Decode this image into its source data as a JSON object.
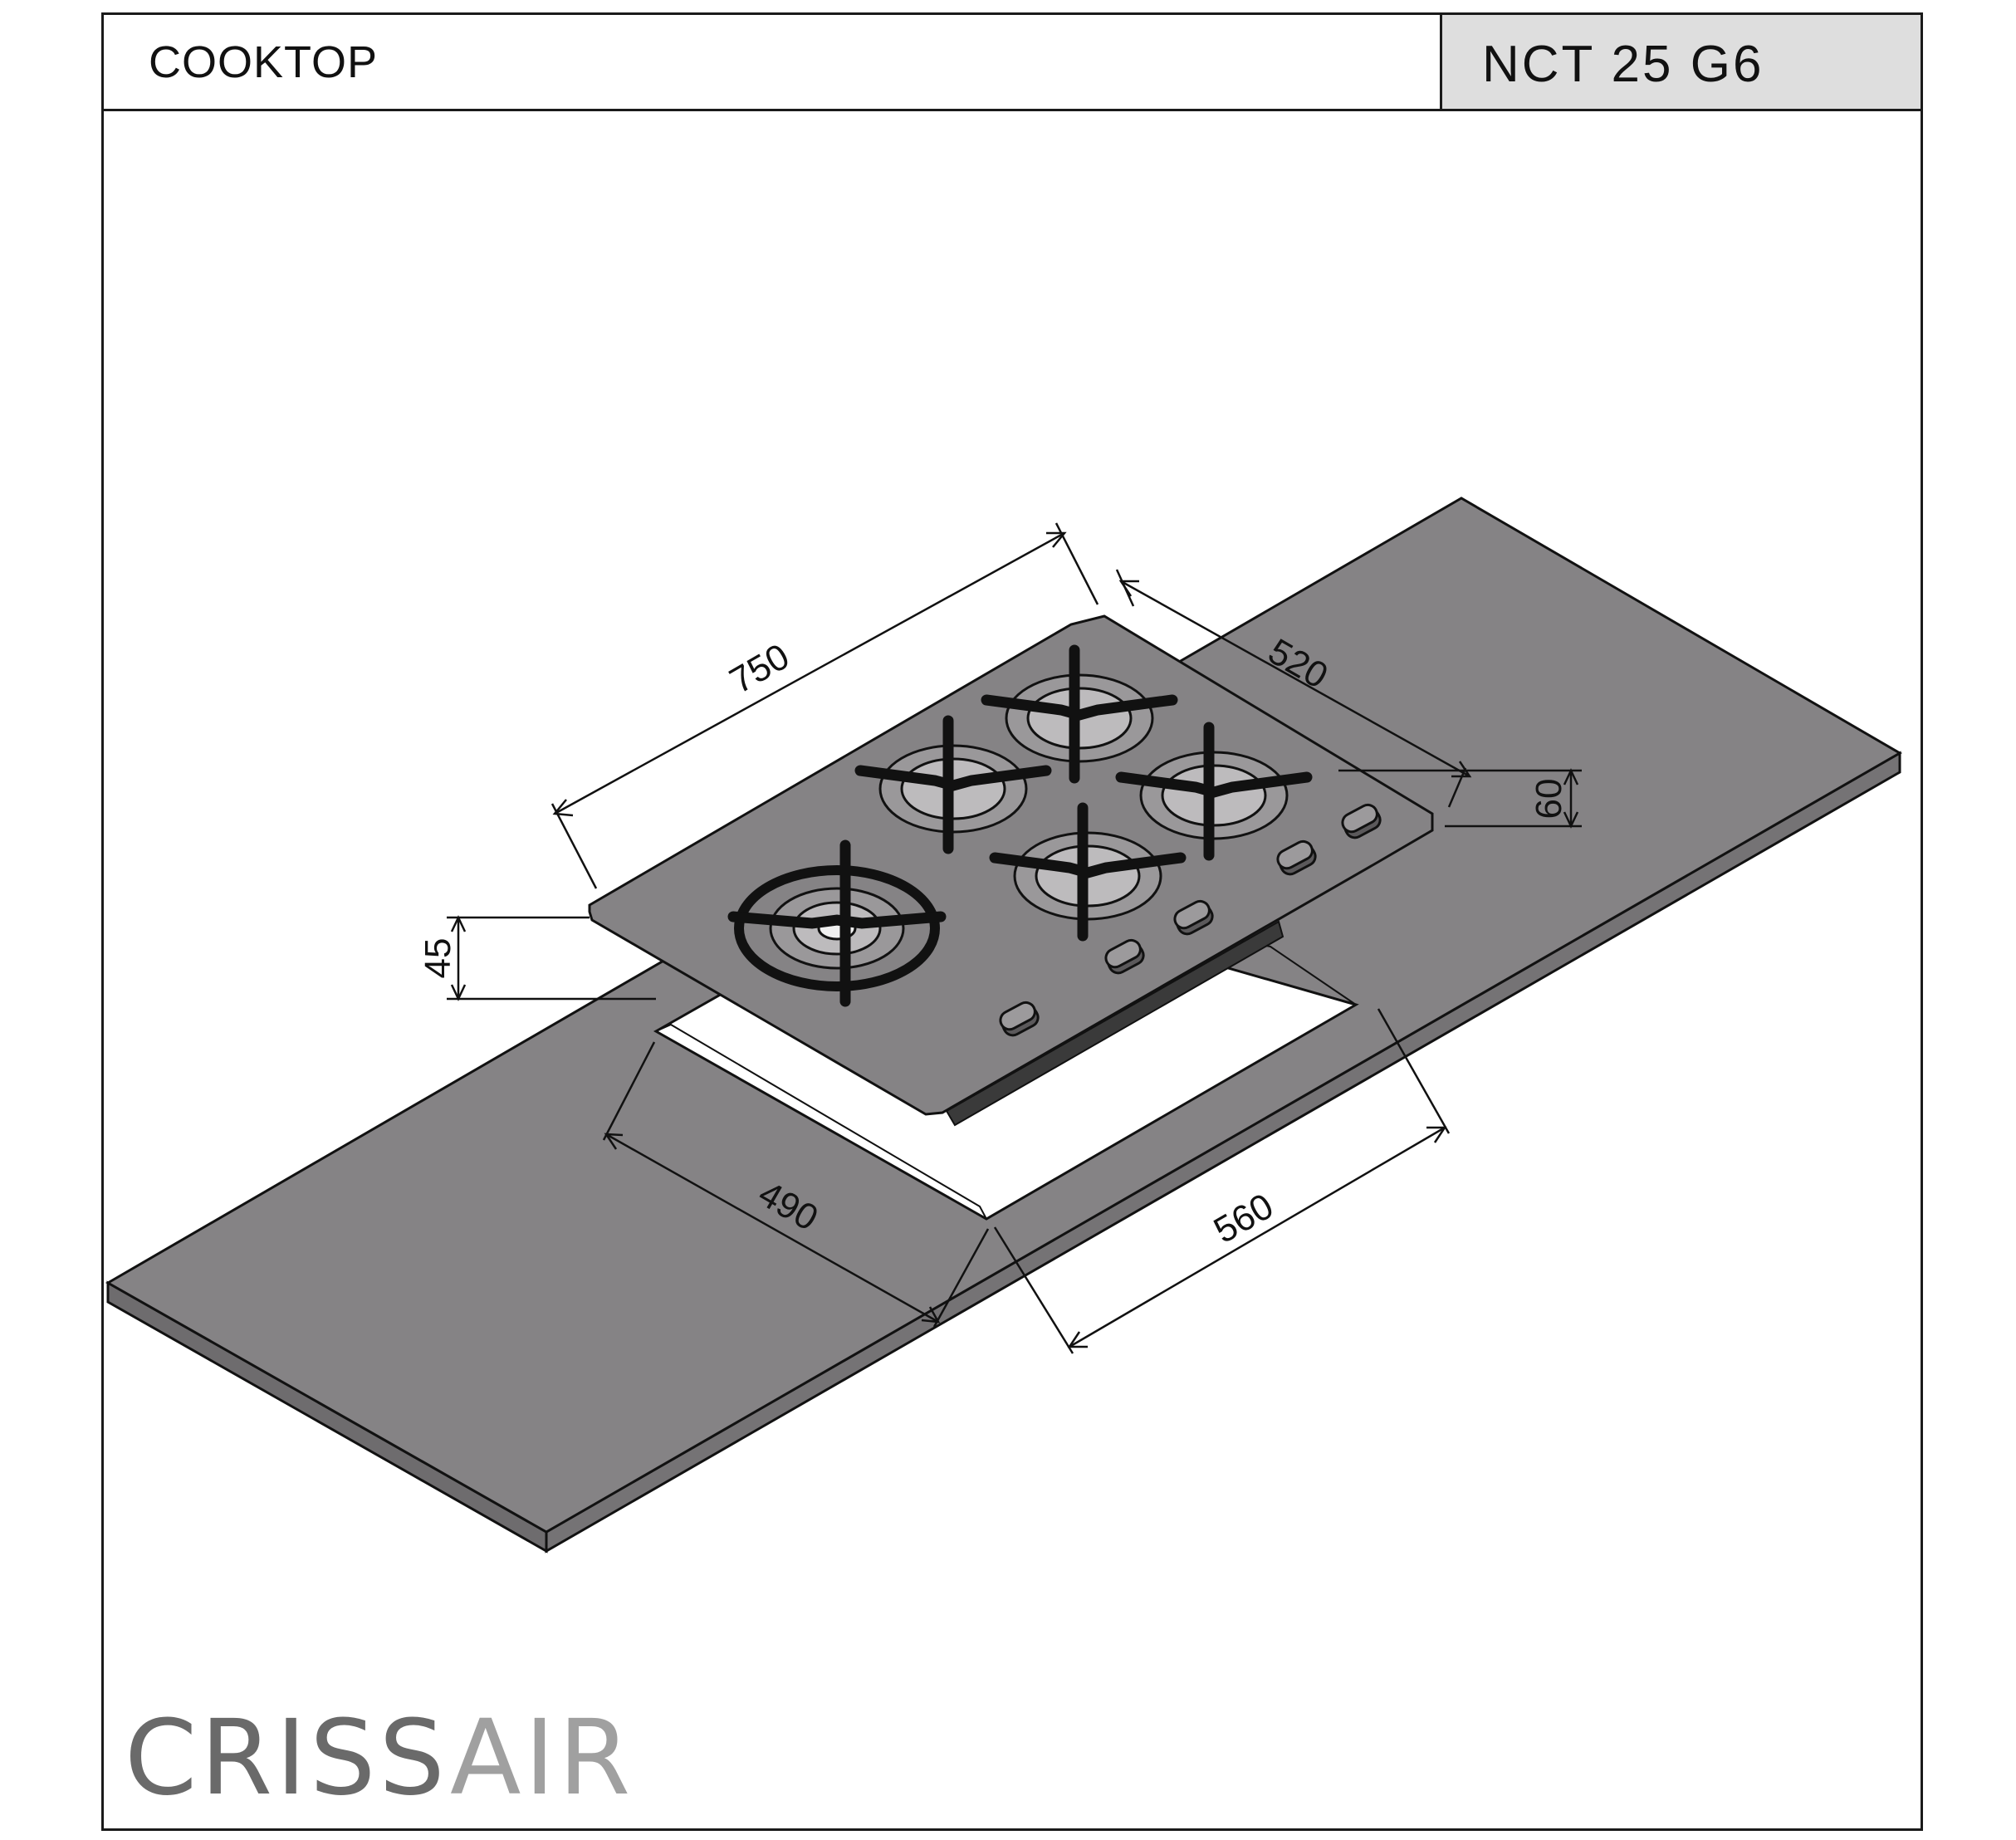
{
  "header": {
    "product_type": "COOKTOP",
    "model": "NCT 25 G6"
  },
  "dimensions": {
    "cooktop_width": "750",
    "cooktop_depth": "520",
    "cooktop_height": "60",
    "cutout_offset": "45",
    "cutout_depth": "490",
    "cutout_width": "560"
  },
  "brand": {
    "part1": "CRISS",
    "part2": "AIR"
  },
  "colors": {
    "surface": "#858385",
    "edge": "#6e6c6e",
    "line": "#111111",
    "brand_dark": "#6a6a6a",
    "brand_light": "#a0a0a0"
  }
}
